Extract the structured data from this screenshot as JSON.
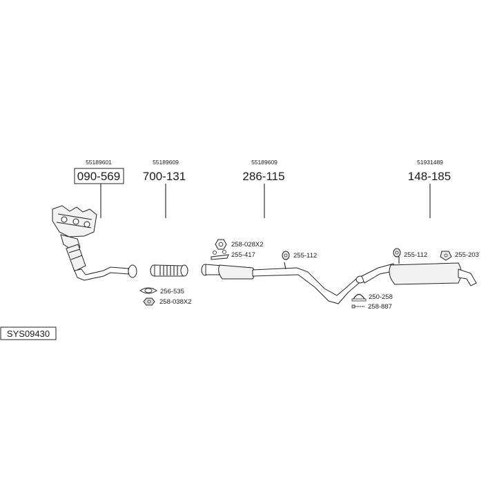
{
  "system": {
    "code": "SYS09430"
  },
  "parts": [
    {
      "oem": "55189601",
      "number": "090-569",
      "boxed": true
    },
    {
      "oem": "55189609",
      "number": "700-131",
      "boxed": false
    },
    {
      "oem": "55189609",
      "number": "286-115",
      "boxed": false
    },
    {
      "oem": "51931489",
      "number": "148-185",
      "boxed": false
    }
  ],
  "accessories": [
    {
      "id": "nut",
      "code": "258-028X2",
      "icon": "hex-nut-icon"
    },
    {
      "id": "bracket1",
      "code": "255-417",
      "icon": "bracket-icon"
    },
    {
      "id": "hanger1",
      "code": "255-112",
      "icon": "rubber-hanger-icon"
    },
    {
      "id": "gasket",
      "code": "256-535",
      "icon": "gasket-icon"
    },
    {
      "id": "nut2",
      "code": "258-038X2",
      "icon": "flange-nut-icon"
    },
    {
      "id": "hanger2",
      "code": "255-112",
      "icon": "rubber-hanger-icon"
    },
    {
      "id": "mount",
      "code": "255-203",
      "icon": "rubber-mount-icon"
    },
    {
      "id": "clamp",
      "code": "250-258",
      "icon": "clamp-icon"
    },
    {
      "id": "bolt",
      "code": "258-887",
      "icon": "bolt-icon"
    }
  ]
}
